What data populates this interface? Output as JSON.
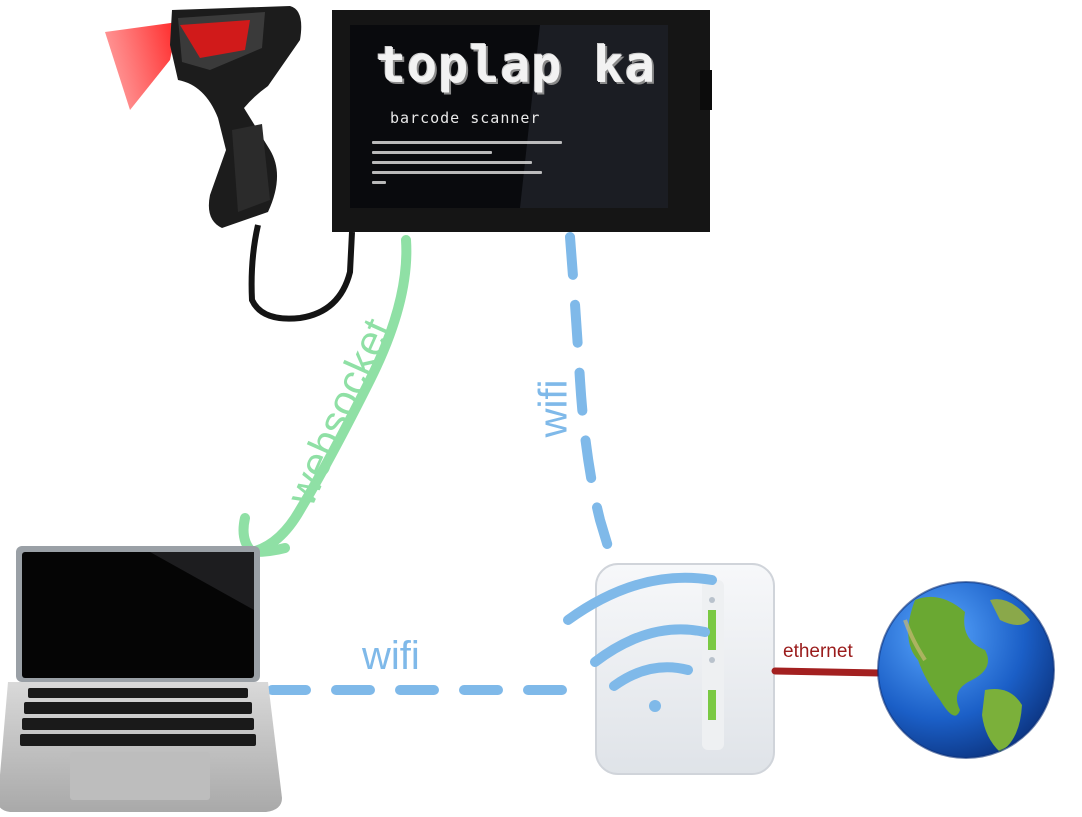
{
  "screen": {
    "title": "toplap ka",
    "subtitle": "barcode scanner"
  },
  "connections": {
    "websocket": "websocket",
    "wifi_vertical": "wifi",
    "wifi_horizontal": "wifi",
    "ethernet": "ethernet"
  },
  "colors": {
    "websocket": "#8fe0a5",
    "wifi": "#7fb9e9",
    "ethernet": "#9a1b1b"
  },
  "icons": [
    "barcode-scanner-icon",
    "display-screen-icon",
    "laptop-icon",
    "router-icon",
    "wifi-icon",
    "globe-icon"
  ]
}
